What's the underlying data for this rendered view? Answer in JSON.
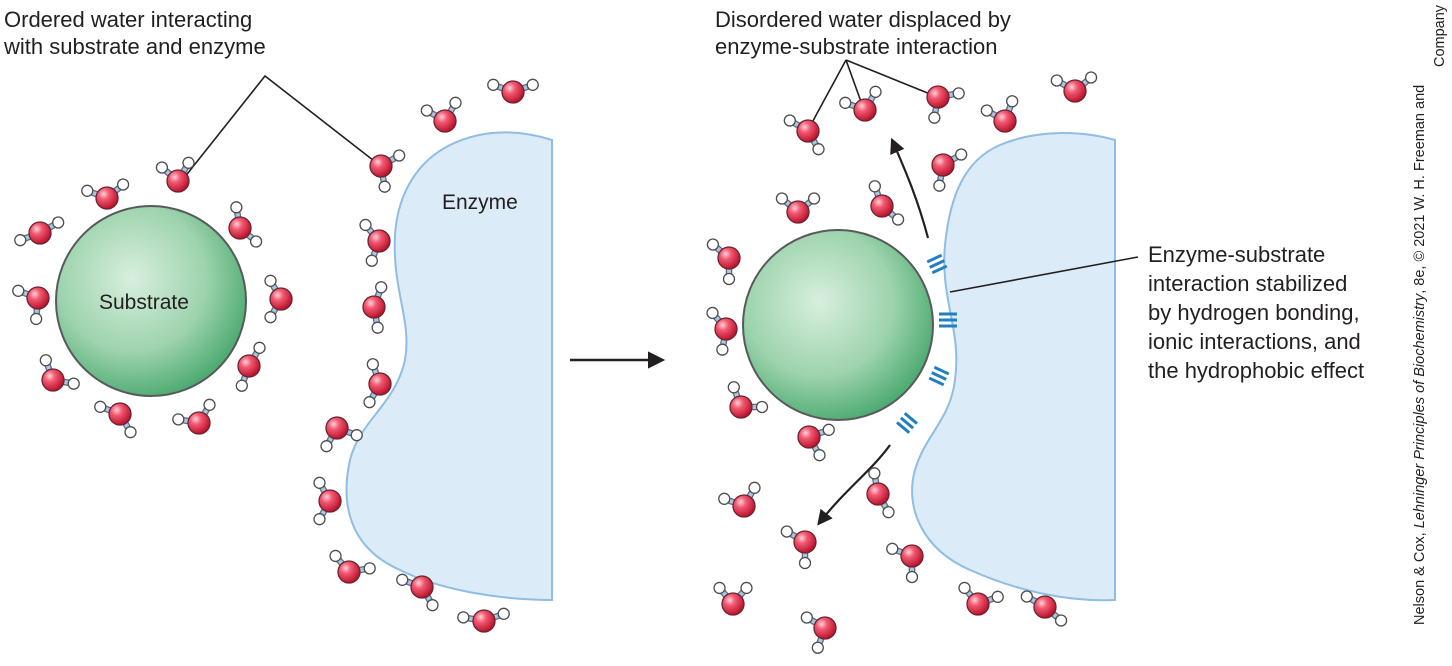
{
  "labels": {
    "ordered_water": [
      "Ordered water interacting",
      "with substrate and enzyme"
    ],
    "disordered_water": [
      "Disordered water displaced by",
      "enzyme-substrate interaction"
    ],
    "enzyme": "Enzyme",
    "substrate": "Substrate",
    "interaction": [
      "Enzyme-substrate",
      "interaction stabilized",
      "by hydrogen bonding,",
      "ionic interactions, and",
      "the hydrophobic effect"
    ]
  },
  "credit": {
    "line1_prefix": "Nelson & Cox, ",
    "line1_title": "Lehninger Principles of Biochemistry",
    "line1_suffix": ", 8e, © 2021 W. H. Freeman and",
    "line2": "Company"
  },
  "colors": {
    "oxygen": "#e0314a",
    "hydrogen": "#ffffff",
    "bond": "#a9c7e3",
    "enzyme_fill": "#dcebf8",
    "enzyme_stroke": "#8fbde3",
    "substrate_center": "#d6eedd",
    "substrate_edge": "#4caa70",
    "interaction_marks": "#1f7fc1",
    "arrow": "#231f20"
  },
  "icons": {
    "water": "water-molecule-icon",
    "arrow": "reaction-arrow-icon"
  }
}
